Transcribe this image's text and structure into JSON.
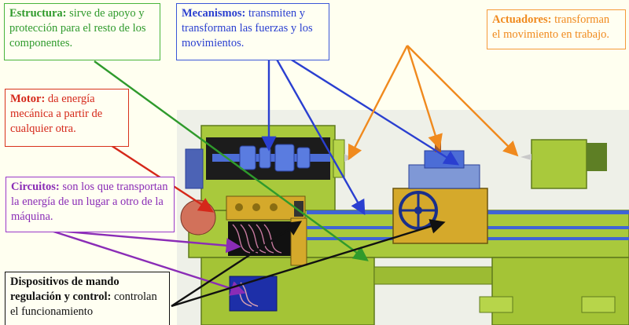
{
  "labels": {
    "estructura": {
      "title": "Estructura:",
      "text": " sirve de apoyo y protección para el resto de los componentes."
    },
    "mecanismos": {
      "title": "Mecanismos:",
      "text": " transmiten y transforman las fuerzas y los movimientos."
    },
    "actuadores": {
      "title": "Actuadores:",
      "text": " transforman el movimiento en trabajo."
    },
    "motor": {
      "title": "Motor:",
      "text": " da energía mecánica a partir de cualquier otra."
    },
    "circuitos": {
      "title": "Circuitos:",
      "text": " son los que transportan la energía de un lugar a otro de la máquina."
    },
    "dispositivos": {
      "title": "Dispositivos de mando regulación y control:",
      "text": " controlan el funcionamiento"
    }
  },
  "colors": {
    "estructura": "#2f9a2c",
    "mecanismos": "#2a3fd0",
    "actuadores": "#f08a1e",
    "motor": "#d5281a",
    "circuitos": "#8a2cb6",
    "dispositivos": "#111111",
    "machine_body": "#a9c93c",
    "machine_dark": "#5f7a1c"
  }
}
